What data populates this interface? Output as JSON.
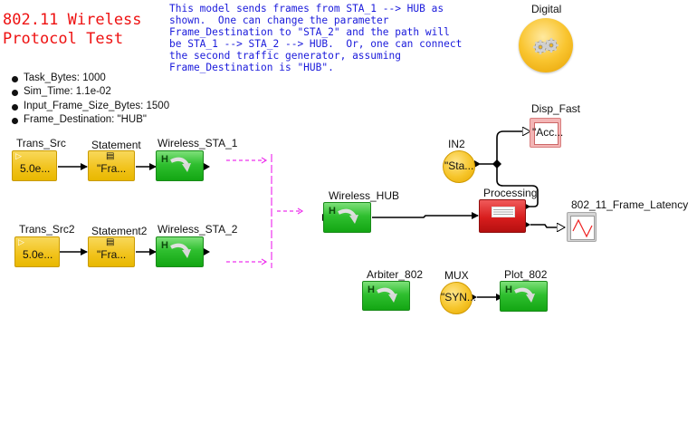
{
  "title": "802.11 Wireless\nProtocol Test",
  "description": "This model sends frames from STA_1 --> HUB as\nshown.  One can change the parameter\nFrame_Destination to \"STA_2\" and the path will\nbe STA_1 --> STA_2 --> HUB.  Or, one can connect\nthe second traffic generator, assuming\nFrame_Destination is \"HUB\".",
  "digital": {
    "label": "Digital",
    "icon": "gears-icon"
  },
  "parameters": [
    "Task_Bytes: 1000",
    "Sim_Time: 1.1e-02",
    "Input_Frame_Size_Bytes: 1500",
    "Frame_Destination: \"HUB\""
  ],
  "blocks": {
    "trans_src": {
      "label": "Trans_Src",
      "value": "5.0e..."
    },
    "statement": {
      "label": "Statement",
      "value": "\"Fra..."
    },
    "wireless_sta_1": {
      "label": "Wireless_STA_1",
      "mark": "H"
    },
    "trans_src2": {
      "label": "Trans_Src2",
      "value": "5.0e..."
    },
    "statement2": {
      "label": "Statement2",
      "value": "\"Fra..."
    },
    "wireless_sta_2": {
      "label": "Wireless_STA_2",
      "mark": "H"
    },
    "wireless_hub": {
      "label": "Wireless_HUB",
      "mark": "H"
    },
    "in2": {
      "label": "IN2",
      "value": "\"Sta..."
    },
    "disp_fast": {
      "label": "Disp_Fast",
      "value": "\"Acc..."
    },
    "processing": {
      "label": "Processing"
    },
    "frame_latency": {
      "label": "802_11_Frame_Latency"
    },
    "arbiter_802": {
      "label": "Arbiter_802",
      "mark": "H"
    },
    "mux": {
      "label": "MUX",
      "value": "\"SYN..."
    },
    "plot_802": {
      "label": "Plot_802",
      "mark": "H"
    }
  },
  "colors": {
    "title": "#ee1111",
    "description": "#1a1adb",
    "wireless_link": "#ee33ee",
    "source_block": "#f1c21a",
    "hierarchical_block": "#2fbf2f",
    "processing_block": "#d81d1d"
  }
}
